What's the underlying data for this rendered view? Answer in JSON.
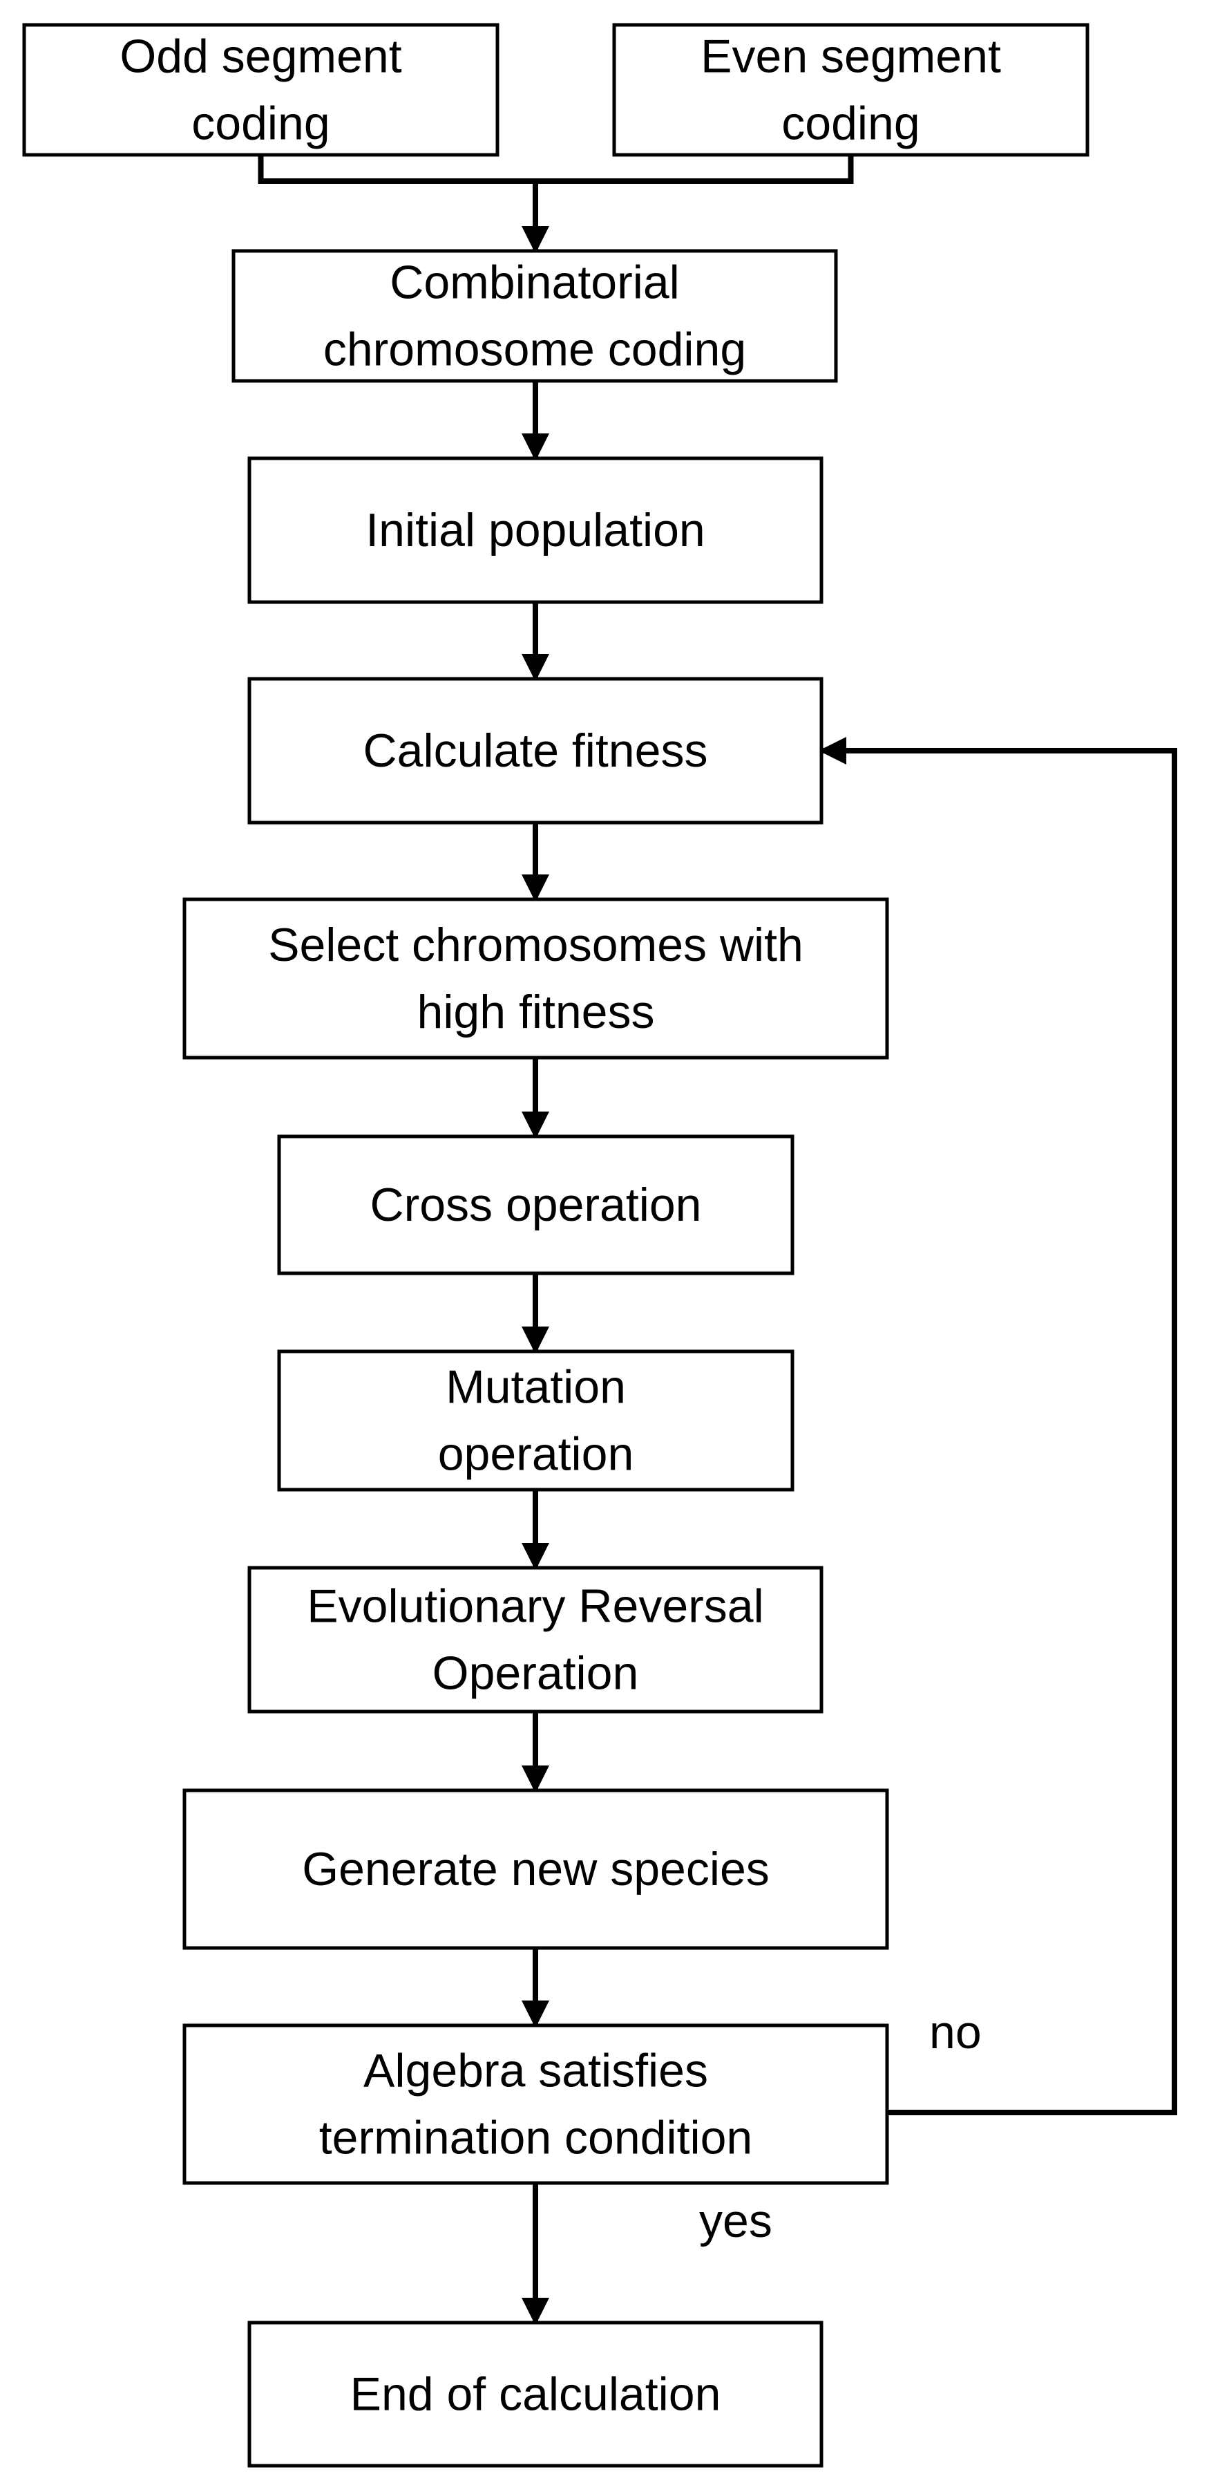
{
  "nodes": [
    {
      "id": "odd",
      "lines": [
        "Odd segment",
        "coding"
      ]
    },
    {
      "id": "even",
      "lines": [
        "Even segment",
        "coding"
      ]
    },
    {
      "id": "combo",
      "lines": [
        "Combinatorial",
        "chromosome coding"
      ]
    },
    {
      "id": "init",
      "lines": [
        "Initial population"
      ]
    },
    {
      "id": "fitness",
      "lines": [
        "Calculate fitness"
      ]
    },
    {
      "id": "select",
      "lines": [
        "Select chromosomes with",
        "high fitness"
      ]
    },
    {
      "id": "cross",
      "lines": [
        "Cross operation"
      ]
    },
    {
      "id": "mutation",
      "lines": [
        "Mutation",
        "operation"
      ]
    },
    {
      "id": "reversal",
      "lines": [
        "Evolutionary Reversal",
        "Operation"
      ]
    },
    {
      "id": "generate",
      "lines": [
        "Generate new species"
      ]
    },
    {
      "id": "check",
      "lines": [
        "Algebra satisfies",
        "termination condition"
      ]
    },
    {
      "id": "end",
      "lines": [
        "End of calculation"
      ]
    }
  ],
  "edge_labels": {
    "no": "no",
    "yes": "yes"
  }
}
